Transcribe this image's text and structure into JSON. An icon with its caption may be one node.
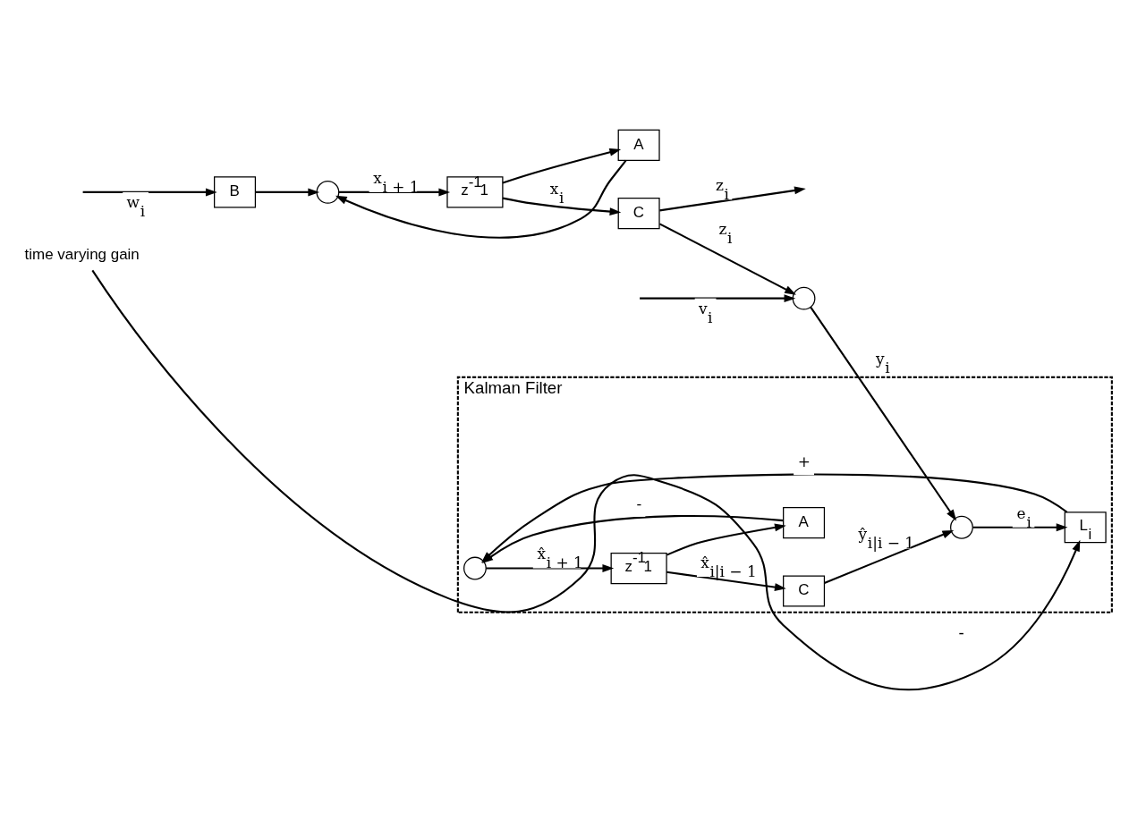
{
  "diagram": {
    "nodes": [
      {
        "text": [
          "B"
        ]
      },
      {
        "text": [],
        "shape": "circle"
      },
      {
        "text": [
          "z$^{-1}$1"
        ]
      },
      {
        "text": [
          "C"
        ]
      },
      {
        "text": [
          "A"
        ]
      },
      {
        "text": [],
        "shape": "circle"
      },
      {
        "text": [
          "Kalman Filter"
        ]
      },
      {
        "text": [],
        "shape": "circle",
        "in": 6
      },
      {
        "text": [
          "z$^{-1}$1"
        ],
        "in": 6
      },
      {
        "text": [
          "C"
        ],
        "in": 6
      },
      {
        "text": [],
        "shape": "circle",
        "in": 6
      },
      {
        "text": [
          "A"
        ],
        "in": 6
      },
      {
        "text": [
          "L$_{i}$"
        ],
        "in": 6
      },
      {
        "text": [
          "time varying gain"
        ]
      }
    ],
    "edges": [
      {
        "from": null,
        "to": 0,
        "arrow": "to",
        "label": "w$_{i}$"
      },
      {
        "from": 0,
        "to": 1,
        "arrow": "to"
      },
      {
        "from": 1,
        "to": 2,
        "arrow": "to",
        "label": "x$_{i + 1}$"
      },
      {
        "from": 2,
        "to": 3,
        "arrow": "to",
        "label": "x$_{i}$"
      },
      {
        "from": 2,
        "to": 4,
        "arrow": "to"
      },
      {
        "from": 4,
        "to": 1,
        "arrow": "to"
      },
      {
        "from": 3,
        "to": null,
        "arrow": "to",
        "label": "z$_{i}$"
      },
      {
        "from": 3,
        "to": 5,
        "arrow": "to",
        "label": "z$_{i}$"
      },
      {
        "from": null,
        "to": 5,
        "arrow": "to",
        "label": "v$_{i}$"
      },
      {
        "from": 5,
        "to": 10,
        "arrow": "to",
        "label": "y$_{i}$"
      },
      {
        "from": 7,
        "to": 8,
        "arrow": "to",
        "label": "x̂$_{i + 1}$"
      },
      {
        "from": 8,
        "to": 9,
        "arrow": "to",
        "label": "x̂$_{i|i − 1}$"
      },
      {
        "from": 8,
        "to": 11,
        "arrow": "to"
      },
      {
        "from": 11,
        "to": 7,
        "arrow": "to",
        "label": "-"
      },
      {
        "from": 9,
        "to": 10,
        "arrow": "to",
        "label": "ŷ$_{i|i − 1}$"
      },
      {
        "from": 10,
        "to": 12,
        "arrow": "to",
        "label": "e$_{i}$"
      },
      {
        "from": 12,
        "to": 7,
        "arrow": "to",
        "label": "+"
      },
      {
        "from": 13,
        "to": 12,
        "arrow": "to"
      }
    ],
    "labels": [
      "-"
    ]
  }
}
